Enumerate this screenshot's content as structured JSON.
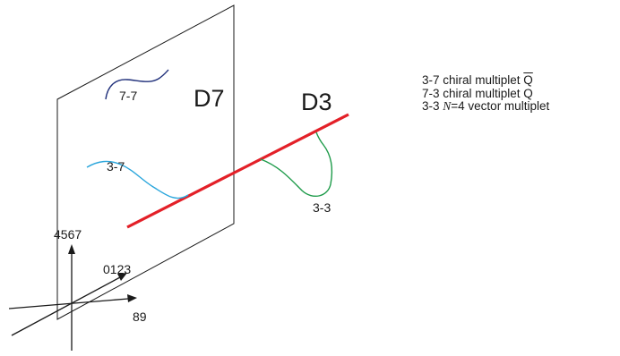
{
  "branes": {
    "d7_label": "D7",
    "d3_label": "D3"
  },
  "strings": {
    "s77": "7-7",
    "s37": "3-7",
    "s33": "3-3"
  },
  "axes": {
    "vertical": "4567",
    "diagonal": "0123",
    "horizontal": "89"
  },
  "legend": {
    "line1_prefix": "3-7 chiral multiplet ",
    "line1_symbol": "Q",
    "line2": "7-3 chiral multiplet Q",
    "line3_prefix": "3-3 ",
    "line3_italic": "N",
    "line3_suffix": "=4 vector multiplet"
  },
  "colors": {
    "d3_brane": "#e32028",
    "string_77": "#1f2f7a",
    "string_37": "#2aa6dc",
    "string_33": "#1e9b4a",
    "outline": "#1a1a1a"
  }
}
